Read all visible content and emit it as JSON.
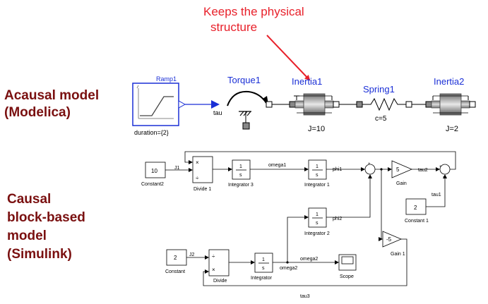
{
  "callout": {
    "line1": "Keeps the physical",
    "line2": "structure"
  },
  "labels": {
    "acausal_line1": "Acausal model",
    "acausal_line2": "(Modelica)",
    "causal_line1": "Causal",
    "causal_line2": "block-based",
    "causal_line3": "model",
    "causal_line4": "(Simulink)"
  },
  "modelica": {
    "ramp_name": "Ramp1",
    "ramp_param": "duration={2}",
    "torque_name": "Torque1",
    "torque_port": "tau",
    "inertia1_name": "Inertia1",
    "inertia1_param": "J=10",
    "spring_name": "Spring1",
    "spring_param": "c=5",
    "inertia2_name": "Inertia2",
    "inertia2_param": "J=2"
  },
  "simulink": {
    "constant2_value": "10",
    "constant2_name": "Constant2",
    "j1": "J1",
    "divide1_name": "Divide 1",
    "integrator3_name": "Integrator 3",
    "omega1": "omega1",
    "integrator1_name": "Integrator 1",
    "phi1": "phi1",
    "gain_value": "5",
    "gain_name": "Gain",
    "tau2": "tau2",
    "tau1": "tau1",
    "constant1_value": "2",
    "constant1_name": "Constant 1",
    "integrator2_name": "Integrator 2",
    "phi2": "phi2",
    "gain1_value": "-5",
    "gain1_name": "Gain 1",
    "constant_value": "2",
    "constant_name": "Constant",
    "j2": "J2",
    "divide_name": "Divide",
    "integrator_name": "Integrator",
    "omega2_a": "omega2",
    "omega2_b": "omega2",
    "scope_name": "Scope",
    "tau3": "tau3",
    "integ_num": "1",
    "integ_den": "s",
    "mult": "×",
    "div": "÷"
  },
  "colors": {
    "callout": "#e8202a",
    "label": "#7a1010",
    "modelica_blue": "#1a2fd6"
  }
}
